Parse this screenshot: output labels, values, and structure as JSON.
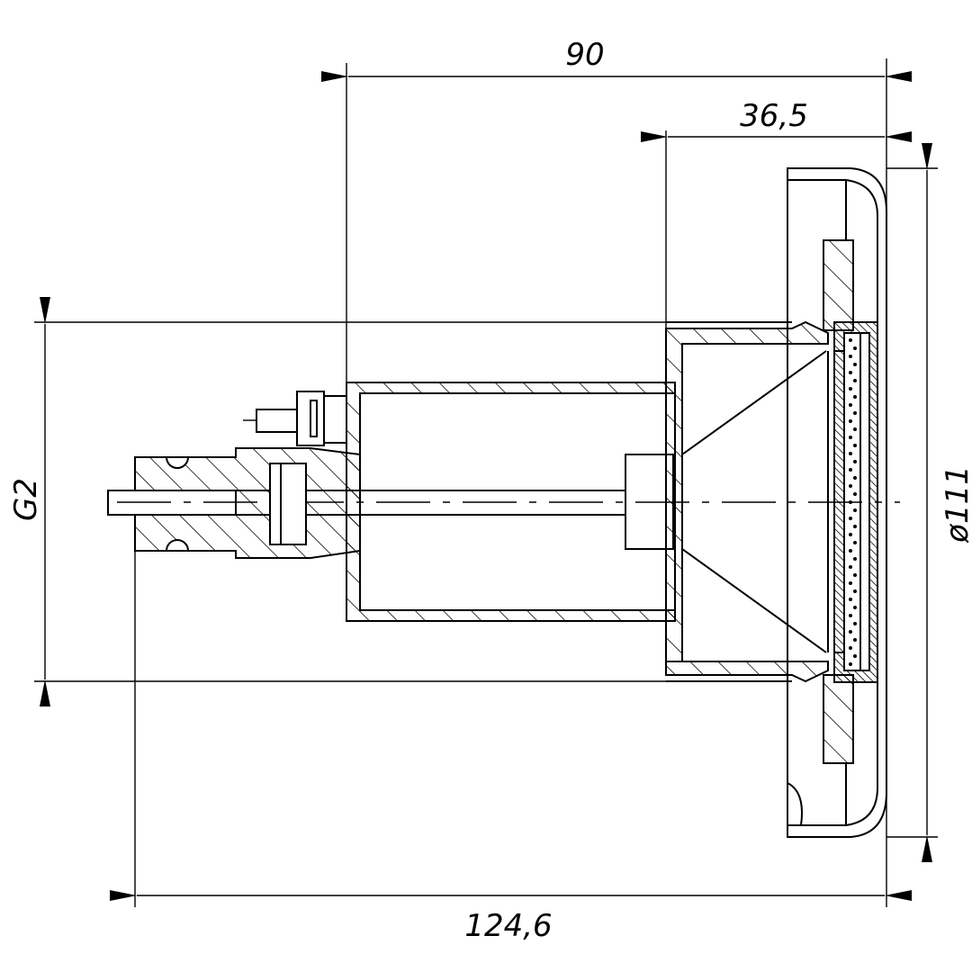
{
  "drawing": {
    "dimensions": {
      "overall_depth_front": "90",
      "bezel_depth": "36,5",
      "thread": "G2",
      "bezel_diameter": "ø111",
      "overall_length": "124,6"
    }
  }
}
